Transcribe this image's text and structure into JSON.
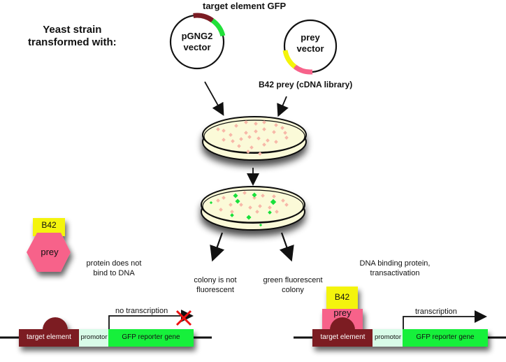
{
  "title_block": {
    "line1": "Yeast strain",
    "line2": "transformed with:"
  },
  "vectors": {
    "bait": {
      "top_label": "target element GFP",
      "name_line1": "pGNG2",
      "name_line2": "vector",
      "segment_colors": [
        "#7b1c23",
        "#22e03a"
      ]
    },
    "prey": {
      "name_line1": "prey",
      "name_line2": "vector",
      "bottom_label": "B42 prey (cDNA library)",
      "segment_colors": [
        "#f4f40a",
        "#f7628a"
      ]
    }
  },
  "plates": {
    "plate1": {
      "colony_color": "#f7b8a8",
      "agar_color": "#fbfad8"
    },
    "plate2": {
      "colony_color": "#f7b8a8",
      "positive_colony_color": "#18e03a",
      "agar_color": "#fbfad8"
    }
  },
  "outcomes": {
    "negative": {
      "line1": "colony is not",
      "line2": "fluorescent"
    },
    "positive": {
      "line1": "green fluorescent",
      "line2": "colony"
    }
  },
  "left_panel": {
    "tag": "B42",
    "protein": "prey",
    "caption_line1": "protein does not",
    "caption_line2": "bind to DNA",
    "construct": {
      "target": "target element",
      "promoter": "promotor",
      "reporter": "GFP reporter gene",
      "transcription": "no transcription"
    }
  },
  "right_panel": {
    "tag": "B42",
    "protein": "prey",
    "caption_line1": "DNA binding protein,",
    "caption_line2": "transactivation",
    "construct": {
      "target": "target element",
      "promoter": "promotor",
      "reporter": "GFP reporter gene",
      "transcription": "transcription"
    }
  },
  "colors": {
    "target": "#7b1c23",
    "promoter": "#d8fbe8",
    "reporter": "#18f03a",
    "b42": "#f4f40a",
    "prey": "#f7628a",
    "no_symbol": "#ee1111"
  }
}
